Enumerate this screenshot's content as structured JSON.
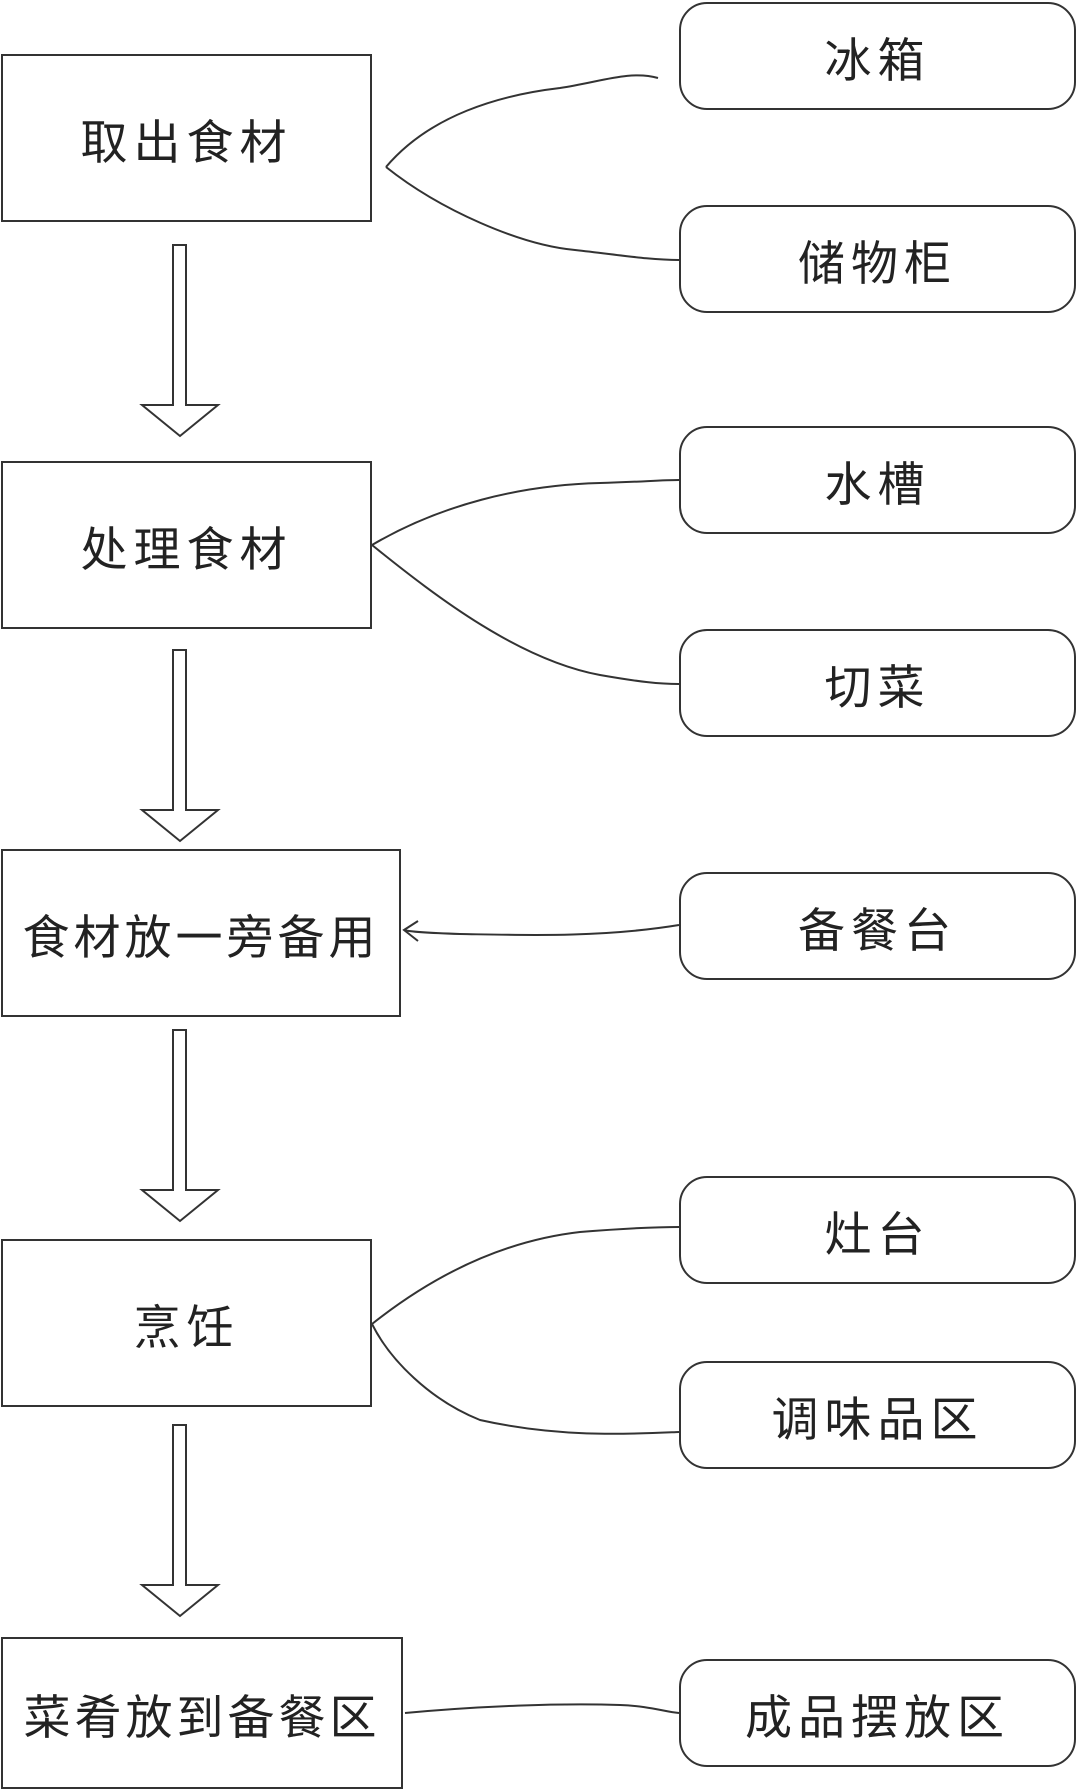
{
  "steps": [
    "取出食材",
    "处理食材",
    "食材放一旁备用",
    "烹饪",
    "菜肴放到备餐区"
  ],
  "locations": [
    "冰箱",
    "储物柜",
    "水槽",
    "切菜",
    "备餐台",
    "灶台",
    "调味品区",
    "成品摆放区"
  ],
  "style": {
    "line_color": "#333333",
    "background": "#ffffff"
  }
}
